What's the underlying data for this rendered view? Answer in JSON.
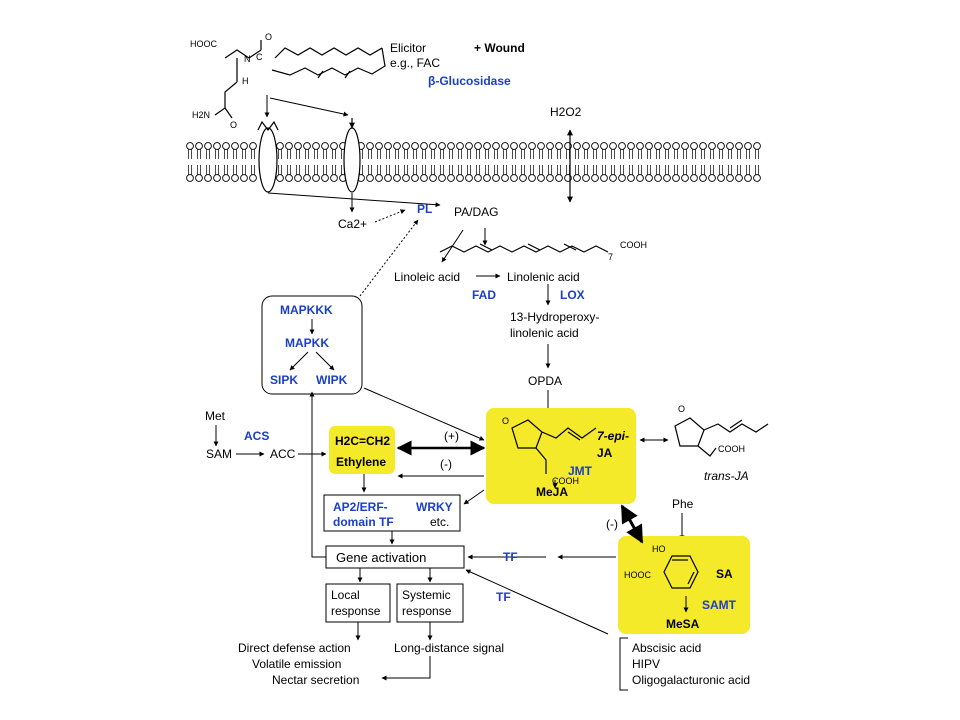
{
  "elicitor": {
    "cooh": "HOOC",
    "nh": "N",
    "h": "H",
    "h2n": "H2N",
    "o": "O",
    "c": "C",
    "label1": "Elicitor",
    "label2": "e.g., FAC",
    "plus_wound": "+ Wound",
    "glucosidase": "β-Glucosidase"
  },
  "membrane": {
    "h2o2": "H2O2"
  },
  "upper": {
    "ca": "Ca2+",
    "pl": "PL",
    "padag": "PA/DAG",
    "cooh": "COOH",
    "chain_subscript": "7",
    "linoleic": "Linoleic acid",
    "linolenic": "Linolenic acid",
    "fad": "FAD",
    "lox": "LOX",
    "hydroperoxy1": "13-Hydroperoxy-",
    "hydroperoxy2": "linolenic acid",
    "opda": "OPDA"
  },
  "mapk": {
    "mapkkk": "MAPKKK",
    "mapkk": "MAPKK",
    "sipk": "SIPK",
    "wipk": "WIPK"
  },
  "ethylene": {
    "met": "Met",
    "acs": "ACS",
    "sam": "SAM",
    "acc": "ACC",
    "formula": "H2C=CH2",
    "name": "Ethylene"
  },
  "ja": {
    "o": "O",
    "epi1": "7-epi-",
    "epi2": "JA",
    "cooh": "COOH",
    "jmt": "JMT",
    "meja": "MeJA",
    "plus": "(+)",
    "minus1": "(-)",
    "minus2": "(-)",
    "trans_o": "O",
    "trans_cooh": "COOH",
    "trans_label": "trans-JA"
  },
  "tf": {
    "ap2_1": "AP2/ERF-",
    "ap2_2": "domain TF",
    "wrky": "WRKY",
    "etc": "etc.",
    "gene": "Gene activation",
    "tf1": "TF",
    "tf2": "TF"
  },
  "response": {
    "local1": "Local",
    "local2": "response",
    "systemic1": "Systemic",
    "systemic2": "response",
    "direct": "Direct defense action",
    "volatile": "Volatile emission",
    "nectar": "Nectar secretion",
    "long": "Long-distance signal"
  },
  "sa": {
    "phe": "Phe",
    "ho": "HO",
    "hooc": "HOOC",
    "sa": "SA",
    "samt": "SAMT",
    "mesa": "MeSA"
  },
  "others": {
    "abscisic": "Abscisic acid",
    "hipv": "HIPV",
    "oligo": "Oligogalacturonic acid"
  },
  "colors": {
    "highlight": "#f5ea2a",
    "blue": "#1a3fc4"
  }
}
